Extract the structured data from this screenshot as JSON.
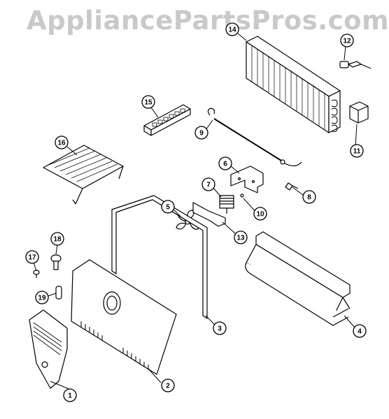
{
  "watermark": "AppliancePartsPros.com",
  "callouts": [
    {
      "id": "1",
      "label": "1"
    },
    {
      "id": "2",
      "label": "2"
    },
    {
      "id": "3",
      "label": "3"
    },
    {
      "id": "4",
      "label": "4"
    },
    {
      "id": "5",
      "label": "5"
    },
    {
      "id": "6",
      "label": "6"
    },
    {
      "id": "7",
      "label": "7"
    },
    {
      "id": "8",
      "label": "8"
    },
    {
      "id": "9",
      "label": "9"
    },
    {
      "id": "10",
      "label": "10"
    },
    {
      "id": "11",
      "label": "11"
    },
    {
      "id": "12",
      "label": "12"
    },
    {
      "id": "13",
      "label": "13"
    },
    {
      "id": "14",
      "label": "14"
    },
    {
      "id": "15",
      "label": "15"
    },
    {
      "id": "16",
      "label": "16"
    },
    {
      "id": "17",
      "label": "17"
    },
    {
      "id": "18",
      "label": "18"
    },
    {
      "id": "19",
      "label": "19"
    }
  ]
}
